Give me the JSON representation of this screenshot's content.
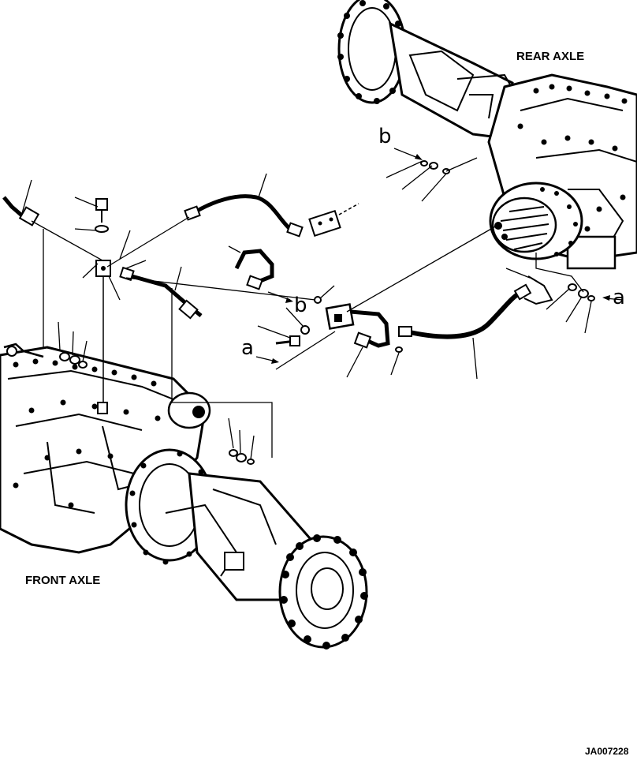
{
  "labels": {
    "rear_axle": "REAR AXLE",
    "front_axle": "FRONT AXLE",
    "callout_b_upper": "b",
    "callout_b_lower": "b",
    "callout_a_left": "a",
    "callout_a_right": "a",
    "drawing_code": "JA007228"
  },
  "colors": {
    "ink": "#000000",
    "paper": "#ffffff"
  }
}
